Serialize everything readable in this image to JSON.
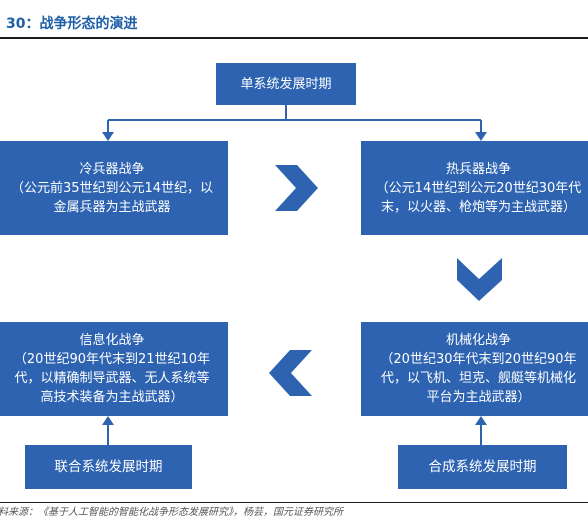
{
  "title": "30：战争形态的演进",
  "source": "料来源：《基于人工智能的智能化战争形态发展研究》，杨芸，国元证券研究所",
  "colors": {
    "box": "#2d63b1",
    "arrow": "#2d63b1",
    "title": "#1f5fa8"
  },
  "nodes": {
    "single": {
      "label": "单系统发展时期"
    },
    "cold": {
      "label": "冷兵器战争",
      "line1": "（公元前35世纪到公元14世纪，以",
      "line2": "金属兵器为主战武器"
    },
    "hot": {
      "label": "热兵器战争",
      "line1": "（公元14世纪到公元20世纪30年代",
      "line2": "末，以火器、枪炮等为主战武器）"
    },
    "info": {
      "label": "信息化战争",
      "line1": "（20世纪90年代末到21世纪10年",
      "line2": "代，以精确制导武器、无人系统等",
      "line3": "高技术装备为主战武器）"
    },
    "mech": {
      "label": "机械化战争",
      "line1": "（20世纪30年代末到20世纪90年",
      "line2": "代，以飞机、坦克、舰艇等机械化",
      "line3": "平台为主战武器）"
    },
    "joint": {
      "label": "联合系统发展时期"
    },
    "combined": {
      "label": "合成系统发展时期"
    }
  }
}
